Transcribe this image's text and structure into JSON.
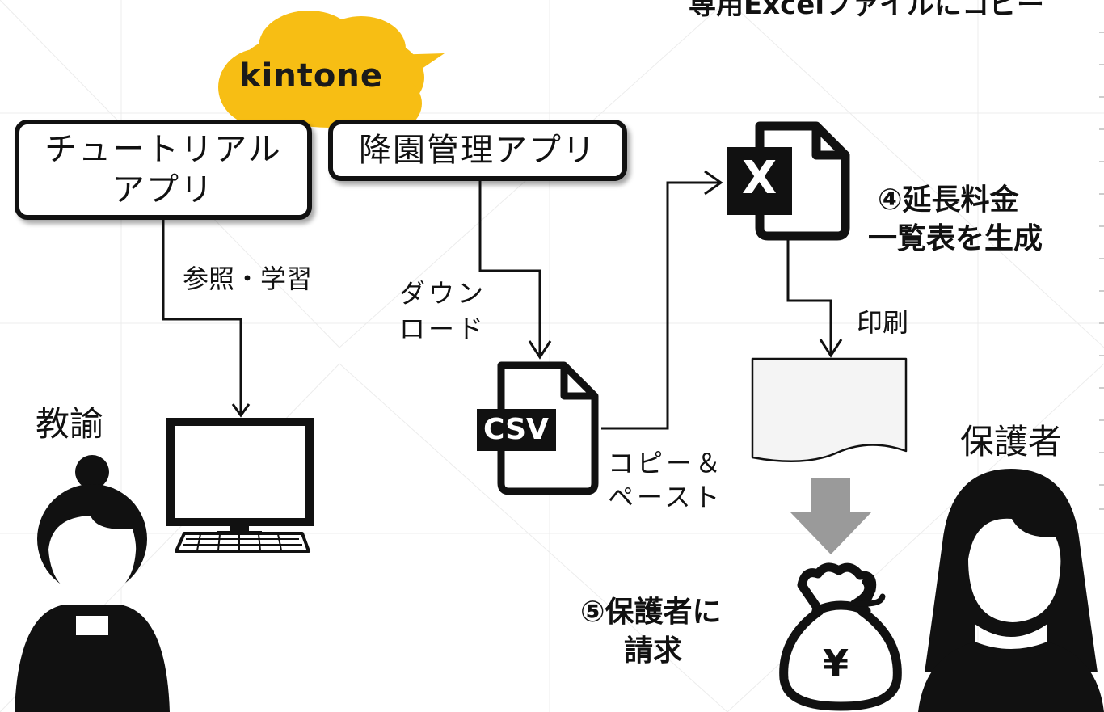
{
  "header": {
    "partial_text": "専用Excelファイルにコピー"
  },
  "cloud": {
    "label": "kintone",
    "color": "#F7BE14"
  },
  "apps": {
    "tutorial": {
      "line1": "チュートリアル",
      "line2": "アプリ"
    },
    "pickup": {
      "label": "降園管理アプリ"
    }
  },
  "arrows": {
    "reference": "参照・学習",
    "download_line1": "ダウン",
    "download_line2": "ロード",
    "copy_paste_line1": "コピー＆",
    "copy_paste_line2": "ペースト",
    "print": "印刷"
  },
  "files": {
    "csv": "CSV",
    "excel": "X"
  },
  "steps": {
    "step4_line1": "④延長料金",
    "step4_line2": "一覧表を生成",
    "step5_line1": "⑤保護者に",
    "step5_line2": "請求"
  },
  "people": {
    "teacher": "教諭",
    "parent": "保護者"
  },
  "money": {
    "symbol": "¥"
  }
}
